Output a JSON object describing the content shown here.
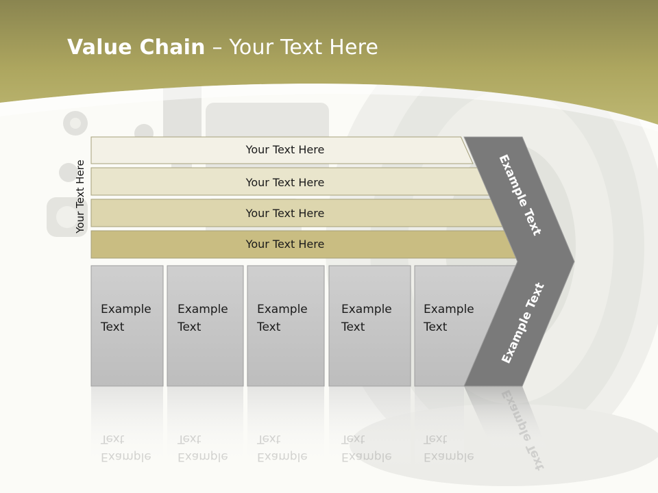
{
  "slide": {
    "title_bold": "Value Chain",
    "title_rest": " – Your Text Here",
    "vertical_label": "Your Text Here",
    "rows": [
      {
        "label": "Your Text Here",
        "fill": "#f3f1e6"
      },
      {
        "label": "Your Text Here",
        "fill": "#e9e5cc"
      },
      {
        "label": "Your Text Here",
        "fill": "#ddd6ae"
      },
      {
        "label": "Your Text Here",
        "fill": "#c9bd82"
      }
    ],
    "columns": [
      {
        "line1": "Example",
        "line2": "Text"
      },
      {
        "line1": "Example",
        "line2": "Text"
      },
      {
        "line1": "Example",
        "line2": "Text"
      },
      {
        "line1": "Example",
        "line2": "Text"
      },
      {
        "line1": "Example",
        "line2": "Text"
      }
    ],
    "chevron_upper": "Example Text",
    "chevron_lower": "Example Text",
    "colors": {
      "header_band": "#b0a964",
      "chevron": "#7a7a7a",
      "column_fill": "#c8c8c8"
    }
  }
}
